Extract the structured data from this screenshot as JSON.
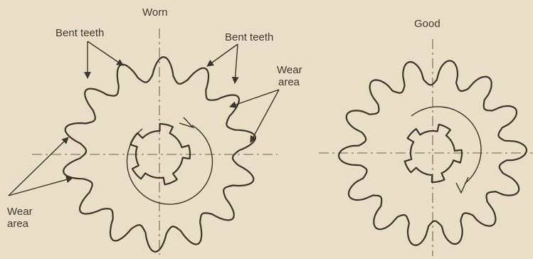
{
  "worn": {
    "title": "Worn",
    "bent_teeth_left": "Bent teeth",
    "bent_teeth_right": "Bent teeth",
    "wear_area_right": [
      "Wear",
      "area"
    ],
    "wear_area_left": [
      "Wear",
      "area"
    ]
  },
  "good": {
    "title": "Good"
  },
  "colors": {
    "paper": "#e9dfc6",
    "ink": "#3a352d"
  }
}
